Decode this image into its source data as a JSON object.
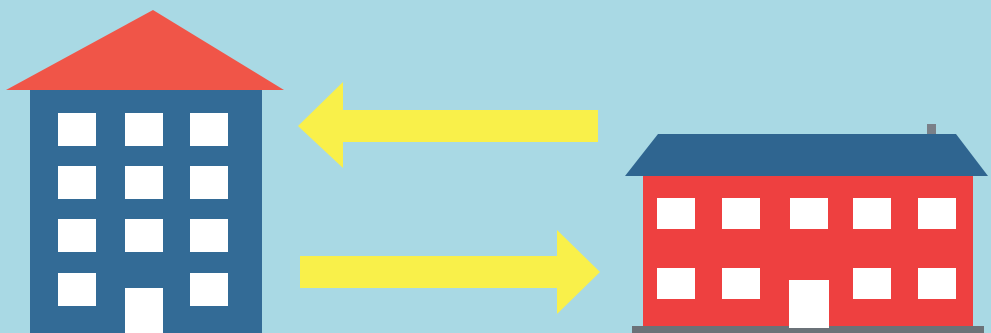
{
  "colors": {
    "background": "#a9d9e4",
    "tall_building_body": "#336b96",
    "tall_building_roof": "#f05548",
    "house_body": "#ee4040",
    "house_roof": "#2f6590",
    "window": "#ffffff",
    "arrow": "#f9f04a"
  },
  "tall_building": {
    "icon": "apartment-building-icon",
    "window_grid": {
      "rows": 4,
      "columns": 3
    },
    "has_door": true
  },
  "house": {
    "icon": "house-icon",
    "window_grid": {
      "rows": 2,
      "columns": 5
    },
    "has_door": true,
    "has_chimney": true
  },
  "arrows": [
    {
      "icon": "arrow-left-icon",
      "points_to": "tall_building"
    },
    {
      "icon": "arrow-right-icon",
      "points_to": "house"
    }
  ]
}
